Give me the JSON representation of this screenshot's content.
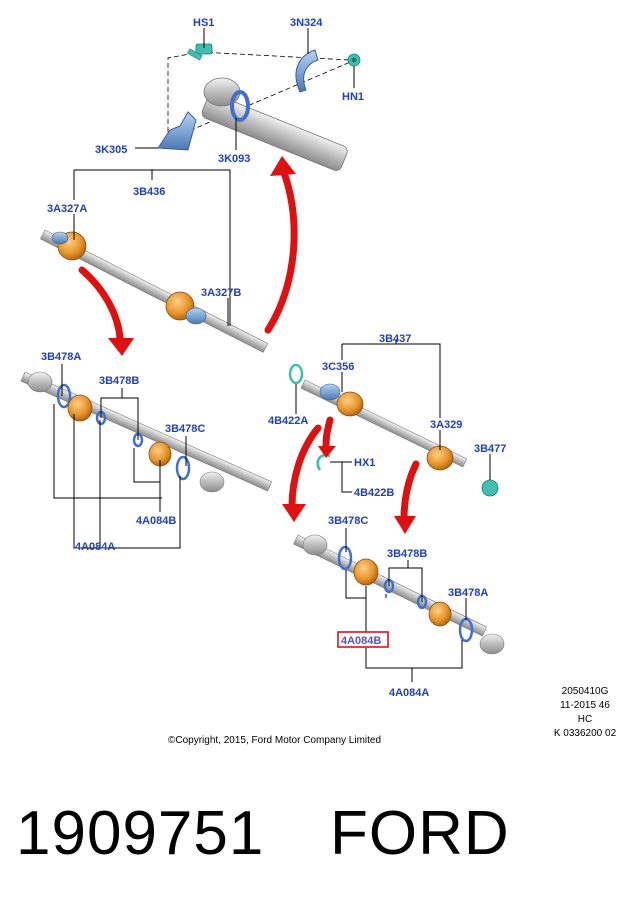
{
  "callouts": {
    "hs1": "HS1",
    "n3n324": "3N324",
    "hn1": "HN1",
    "k3k305": "3K305",
    "k3k093": "3K093",
    "b3b436": "3B436",
    "a3a327a": "3A327A",
    "a3a327b": "3A327B",
    "b3b478a_left": "3B478A",
    "b3b478b_left": "3B478B",
    "b3b478c_left": "3B478C",
    "a4a084b_left": "4A084B",
    "a4a084a_left": "4A084A",
    "b3b437": "3B437",
    "c3c356": "3C356",
    "b4b422a": "4B422A",
    "a3a329": "3A329",
    "b3b477": "3B477",
    "hx1": "HX1",
    "b4b422b": "4B422B",
    "b3b478c_right": "3B478C",
    "b3b478b_right": "3B478B",
    "b3b478a_right": "3B478A",
    "a4a084b_right": "4A084B",
    "a4a084a_right": "4A084A"
  },
  "meta": {
    "line1": "2050410G",
    "line2": "11-2015 46",
    "line3": "HC",
    "line4": "K 0336200 02"
  },
  "copyright": "©Copyright, 2015, Ford Motor Company Limited",
  "footer": {
    "part_number": "1909751",
    "brand": "FORD"
  },
  "colors": {
    "label": "#1f3fbf",
    "arrow": "#e01010",
    "boot": "#e8952a",
    "shaft": "#c9c9c9",
    "clip": "#3fbfb0",
    "ring": "#3f6fd0",
    "highlight_box": "#e01020"
  }
}
